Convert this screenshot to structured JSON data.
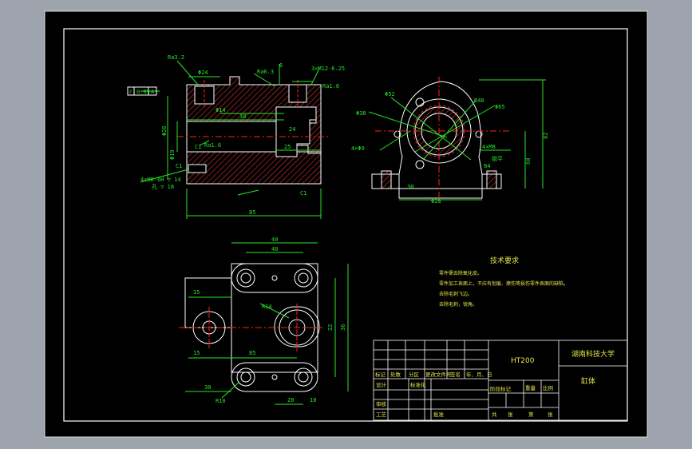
{
  "colors": {
    "background": "#9ea4ad",
    "sheet": "#000000",
    "outline": "#ffffff",
    "dimension": "#27e627",
    "hatch": "#ff3b3b",
    "center": "#ff2020",
    "text": "#e6e64a"
  },
  "front_view": {
    "tolerance": [
      "⫽",
      "0.05",
      "A"
    ],
    "dims": [
      "Φ24",
      "Φ14",
      "Φ26",
      "Φ19",
      "6",
      "30",
      "25",
      "24",
      "85",
      "3×M12-6.25",
      "Ra1.6",
      "√"
    ],
    "leaders": [
      "Ra3.2",
      "Ra6.3",
      "Ra1.6"
    ],
    "thread_note": [
      "4×M8-6H ▽ 14",
      "孔 ▽ 18"
    ],
    "c_labels": [
      "C1",
      "C1",
      "C1"
    ]
  },
  "side_view": {
    "dims": [
      "Φ52",
      "R40",
      "Φ65",
      "Φ38",
      "4×Φ9",
      "Φ28",
      "60",
      "30",
      "82",
      "84"
    ],
    "notes": [
      "4×M8",
      "锪平"
    ]
  },
  "top_view": {
    "dims": [
      "40",
      "40",
      "15",
      "R14",
      "15",
      "85",
      "22",
      "36",
      "30",
      "R10",
      "20",
      "10"
    ]
  },
  "tech_requirements": {
    "title": "技术要求",
    "lines": [
      "零件需去除氧化皮。",
      "零件加工表面上，不应有划痕、擦伤等损伤零件表面的缺陷。",
      "去除毛刺飞边。",
      "去除毛刺，锐角。"
    ]
  },
  "title_block": {
    "material": "HT200",
    "school": "湖南科技大学",
    "part_name": "缸体",
    "row_labels": [
      "标记",
      "处数",
      "分区",
      "更改文件号",
      "签名",
      "年、月、日"
    ],
    "design_row": [
      "设计",
      "标准化"
    ],
    "review": "审核",
    "process": "工艺",
    "approve": "批准",
    "stage_cells": [
      "阶段标记",
      "重量",
      "比例"
    ],
    "sheet_cells": [
      "共",
      "张",
      "第",
      "张"
    ]
  }
}
